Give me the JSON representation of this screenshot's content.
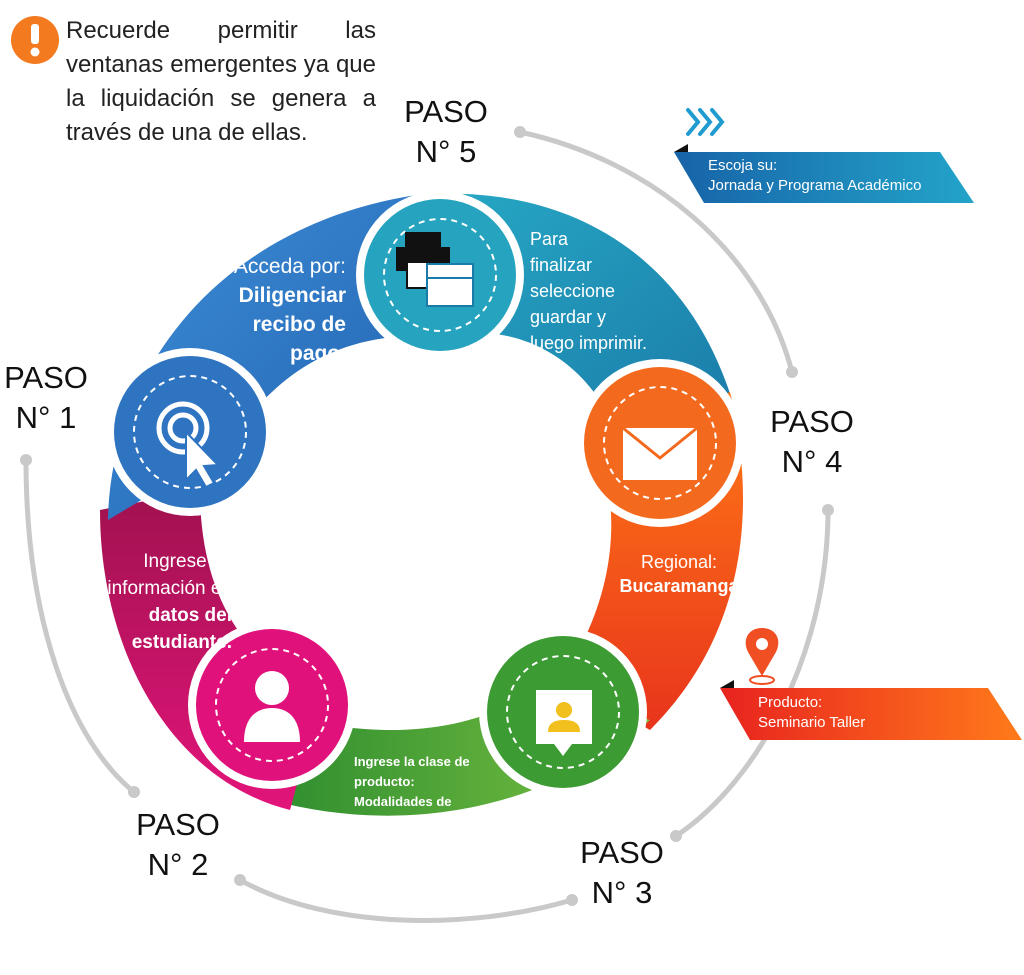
{
  "notice": {
    "icon": "exclamation-icon",
    "text": "Recuerde permitir las ventanas emergentes ya que la liquidación se genera a través de una de ellas."
  },
  "steps": [
    {
      "paso": "PASO",
      "num": "N° 1",
      "icon": "cursor-click-icon",
      "color": "#2f74c0",
      "label_intro": "Acceda por:",
      "label_bold": "Diligenciar recibo de pago."
    },
    {
      "paso": "PASO",
      "num": "N° 2",
      "icon": "user-icon",
      "color": "#d40d6e",
      "label_intro": "Ingrese su información en",
      "label_bold": "datos del estudiante."
    },
    {
      "paso": "PASO",
      "num": "N° 3",
      "icon": "user-card-icon",
      "color": "#3aa836",
      "label_line1": "Ingrese la clase de producto:",
      "label_line2": "Modalidades de trabajo de grado"
    },
    {
      "paso": "PASO",
      "num": "N° 4",
      "icon": "envelope-icon",
      "color": "#f2611d",
      "label_intro": "Regional:",
      "label_bold": "Bucaramanga"
    },
    {
      "paso": "PASO",
      "num": "N° 5",
      "icon": "printer-icon",
      "color": "#1f9bb8",
      "label_lines": [
        "Para",
        "finalizar",
        "seleccione",
        "guardar y",
        "luego imprimir."
      ]
    }
  ],
  "banners": {
    "top": {
      "icon": "chevrons-right-icon",
      "line1": "Escoja su:",
      "line2": "Jornada y Programa Académico",
      "color": "#1f8fc8"
    },
    "bottom": {
      "icon": "map-pin-icon",
      "line1": "Producto:",
      "line2": "Seminario Taller",
      "color": "#f04e23"
    }
  }
}
